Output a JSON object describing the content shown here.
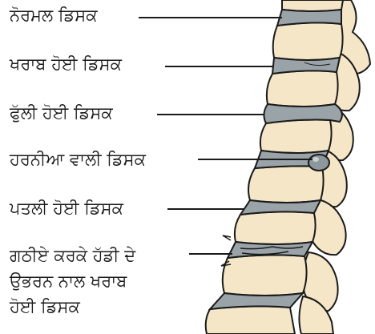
{
  "labels": [
    "ਨੋਰਮਲ ਡਿਸਕ",
    "ਖਰਾਬ ਹੋਈ ਡਿਸਕ",
    "ਫੁੱਲੀ ਹੋਈ ਡਿਸਕ",
    "ਹਰਨੀਆ ਵਾਲੀ ਡਿਸਕ",
    "ਪਤਲੀ ਹੋਈ ਡਿਸਕ",
    "ਗਠੀਏ ਕਰਕੇ ਹੱਡੀ ਦੇ\nਉਭਰਨ ਨਾਲ ਖਰਾਬ\nਹੋਈ ਡਿਸਕ"
  ],
  "colors": {
    "bone": "#f5e6c8",
    "disc": "#9aa3a8",
    "outline": "#1a1a1a"
  }
}
